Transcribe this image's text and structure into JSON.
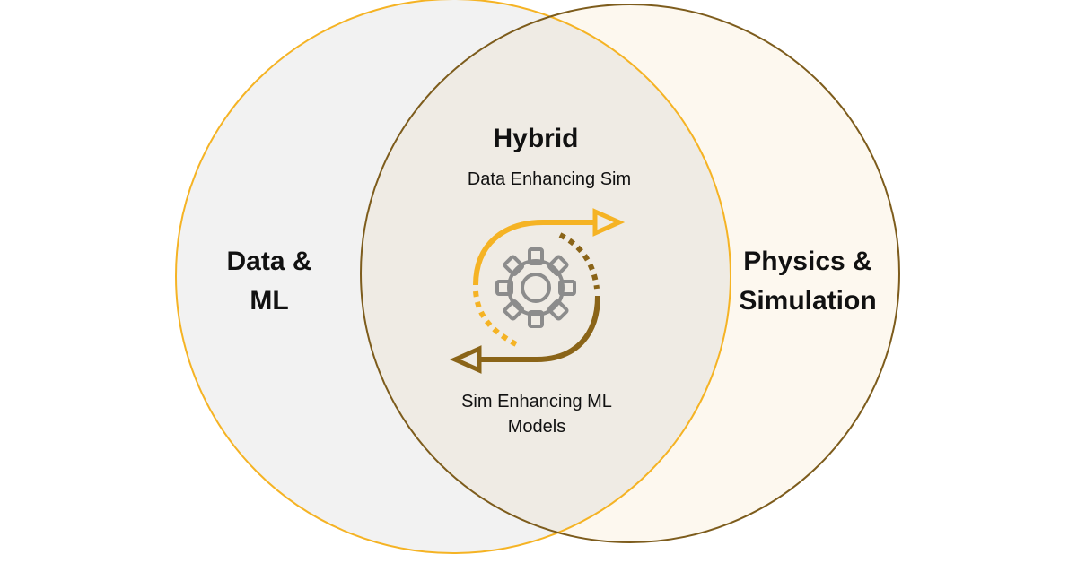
{
  "diagram": {
    "left_circle": {
      "label_lines": [
        "Data &",
        "ML"
      ]
    },
    "right_circle": {
      "label_lines": [
        "Physics &",
        "Simulation"
      ]
    },
    "center": {
      "title": "Hybrid",
      "top_text": "Data Enhancing Sim",
      "bottom_text_lines": [
        "Sim Enhancing ML",
        "Models"
      ]
    },
    "icons": {
      "cycle": "circular-arrows-icon",
      "center": "gear-icon"
    },
    "colors": {
      "left_circle_fill": "#f2f2f2",
      "left_circle_stroke": "#f5b324",
      "right_circle_fill": "#fdf8ef",
      "right_circle_stroke": "#7d5c1c",
      "overlap_fill": "#efebe4",
      "arrow_top": "#f5b324",
      "arrow_bottom": "#8a6418",
      "gear": "#8c8c8c"
    }
  }
}
